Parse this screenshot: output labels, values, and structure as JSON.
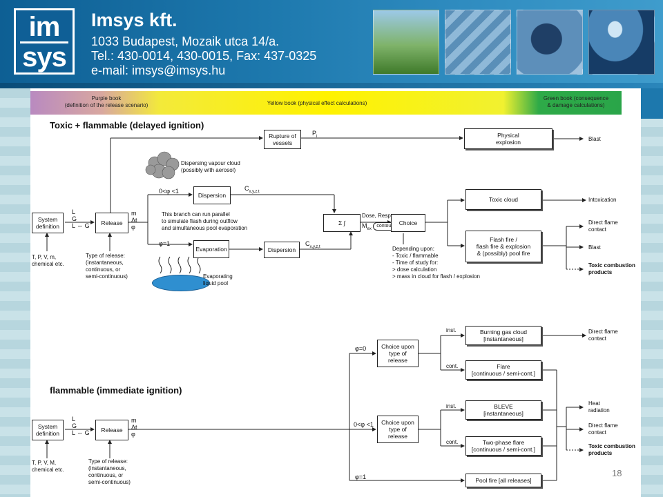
{
  "header": {
    "logo_line1": "im",
    "logo_line2": "sys",
    "company_name": "Imsys kft.",
    "address": "1033 Budapest, Mozaik utca 14/a.",
    "phone": "Tel.: 430-0014, 430-0015, Fax: 437-0325",
    "email": "e-mail: imsys@imsys.hu"
  },
  "books": {
    "purple": "Purple book\n(definition of the release scenario)",
    "yellow": "Yellow book (physical effect calculations)",
    "green": "Green book (consequence\n& damage calculations)"
  },
  "section1": {
    "title": "Toxic + flammable (delayed ignition)",
    "system_definition": "System\ndefinition",
    "release": "Release",
    "phase_labels": [
      "L",
      "G",
      "L ⇔ G"
    ],
    "release_outputs": [
      "m",
      "Δt",
      "φ"
    ],
    "inputs_note": "T, P, V, m,\nchemical etc.",
    "release_type_note": "Type of release:\n(instantaneous,\ncontinuous, or\nsemi-continuous)",
    "rupture": "Rupture of\nvessels",
    "rupture_output": "P",
    "rupture_sub": "i",
    "physical_explosion": "Physical\nexplosion",
    "blast_top": "Blast",
    "vapour_cloud_note": "Dispersing vapour cloud\n(possibly with aerosol)",
    "phi_range": "0<φ <1",
    "dispersion_1": "Dispersion",
    "conc_1": "C",
    "conc_1_sub": "x,y,z,t",
    "parallel_note": "This branch can run parallel\nto simulate flash during outflow\nand simultaneous pool evaporation",
    "phi_one": "φ=1",
    "evaporation": "Evaporation",
    "dispersion_2": "Dispersion",
    "conc_2": "C",
    "conc_2_sub": "x,y,z,t",
    "pool_note": "Evaporating\nliquid pool",
    "dose_box": "Σ ∫",
    "dose_label": "Dose, Resp.",
    "mass_label": "M",
    "mass_sub": "ex",
    "contour": "contour",
    "choice": "Choice",
    "depending_note": "Depending upon:\n- Toxic / flammable\n- Time of study for:\n   > dose calculation\n   > mass in cloud for flash / explosion",
    "toxic_cloud": "Toxic cloud",
    "intoxication": "Intoxication",
    "flash_fire": "Flash fire /\nflash fire & explosion\n& (possibly) pool fire",
    "direct_flame": "Direct flame\ncontact",
    "blast_mid": "Blast",
    "toxic_combustion": "Toxic combustion\nproducts"
  },
  "section2": {
    "title": "flammable (immediate ignition)",
    "system_definition": "System\ndefinition",
    "release": "Release",
    "phase_labels": [
      "L",
      "G",
      "L ⇔ G"
    ],
    "release_outputs": [
      "m",
      "Δt",
      "φ"
    ],
    "inputs_note": "T, P, V, M,\nchemical etc.",
    "release_type_note": "Type of release:\n(instantaneous,\ncontinuous, or\nsemi-continuous)",
    "phi_zero": "φ=0",
    "phi_range": "0<φ <1",
    "phi_one": "φ=1",
    "choice_1": "Choice upon\ntype of\nrelease",
    "choice_2": "Choice upon\ntype of\nrelease",
    "inst_1": "inst.",
    "cont_1": "cont.",
    "inst_2": "inst.",
    "cont_2": "cont.",
    "burning_gas": "Burning gas cloud\n[instantaneous]",
    "flare": "Flare\n[continuous / semi-cont.]",
    "bleve": "BLEVE\n[instantaneous]",
    "two_phase_flare": "Two-phase flare\n[continuous / semi-cont.]",
    "pool_fire": "Pool fire [all releases]",
    "direct_flame_top": "Direct flame\ncontact",
    "heat_radiation": "Heat\nradiation",
    "direct_flame": "Direct flame\ncontact",
    "toxic_combustion": "Toxic combustion\nproducts"
  },
  "page_number": "18"
}
